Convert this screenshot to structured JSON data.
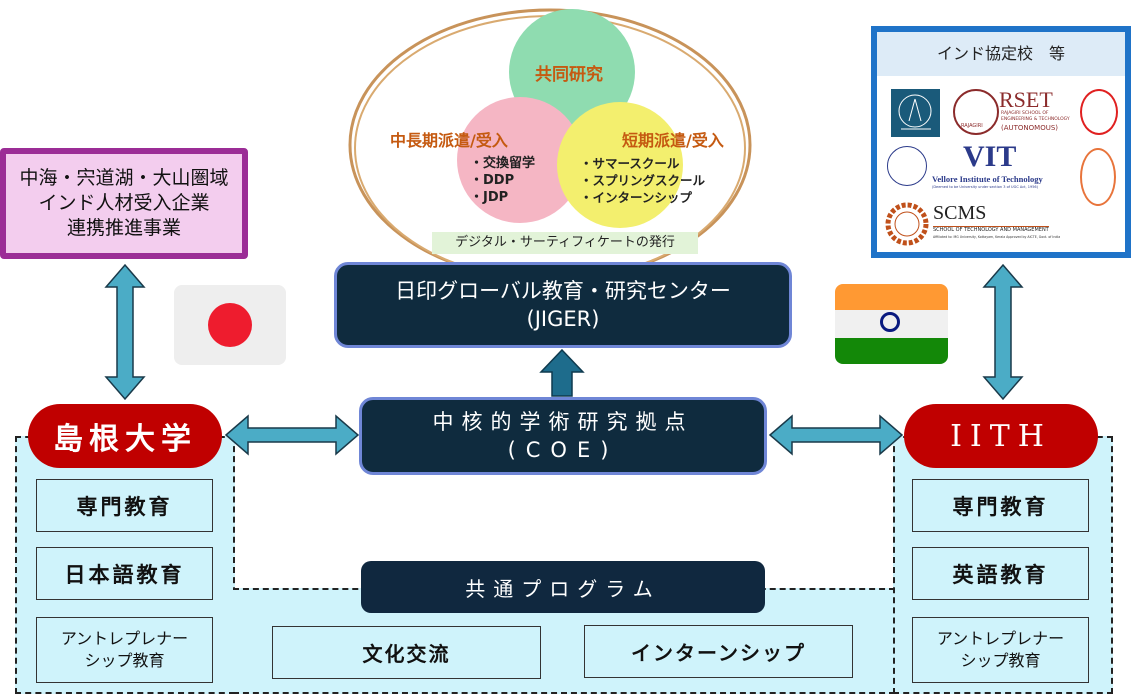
{
  "research_ellipse": {
    "joint_research": "共同研究",
    "mid_long_term": {
      "title": "中長期派遣/受入",
      "items": [
        "・交換留学",
        "・DDP",
        "・JDP"
      ]
    },
    "short_term": {
      "title": "短期派遣/受入",
      "items": [
        "・サマースクール",
        "・スプリングスクール",
        "・インターンシップ"
      ]
    },
    "certificate": "デジタル・サーティフィケートの発行"
  },
  "jiger": {
    "line1": "日印グローバル教育・研究センター",
    "line2": "(JIGER)"
  },
  "coe": {
    "line1": "中核的学術研究拠点",
    "line2": "(COE)"
  },
  "regional_project": {
    "lines": [
      "中海・宍道湖・大山圏域",
      "インド人材受入企業",
      "連携推進事業"
    ]
  },
  "india_partners": {
    "title": "インド協定校　等",
    "logos": [
      {
        "name": "iit-logo",
        "text": ""
      },
      {
        "name": "rset-logo",
        "text": "RSET",
        "sub1": "RAJAGIRI SCHOOL OF",
        "sub2": "ENGINEERING & TECHNOLOGY",
        "sub3": "(AUTONOMOUS)",
        "seal": "RAJAGIRI"
      },
      {
        "name": "vit-logo",
        "text": "VIT",
        "sub1": "Vellore Institute of Technology",
        "sub2": "(Deemed to be University under section 3 of UGC Act, 1956)"
      },
      {
        "name": "scms-logo",
        "text": "SCMS",
        "sub1": "SCHOOL OF TECHNOLOGY AND MANAGEMENT",
        "sub2": "Affiliated to: MG University, Kottayam, Kerala Approved by AICTE, Govt. of India"
      }
    ]
  },
  "shimane": {
    "name": "島根大学",
    "items": [
      "専門教育",
      "日本語教育",
      "アントレプレナー\nシップ教育"
    ]
  },
  "iith": {
    "name": "IITH",
    "items": [
      "専門教育",
      "英語教育",
      "アントレプレナー\nシップ教育"
    ]
  },
  "common_program": {
    "title": "共通プログラム",
    "items": [
      "文化交流",
      "インターンシップ"
    ]
  },
  "colors": {
    "dark_navy": "#0f2b3e",
    "red": "#c00000",
    "light_cyan": "#cff3fb",
    "arrow": "#4bacc6",
    "orange_text": "#c55a11",
    "purple_border": "#9b2d96",
    "pink_fill": "#f3cdee",
    "blue_border": "#1f73c8"
  }
}
